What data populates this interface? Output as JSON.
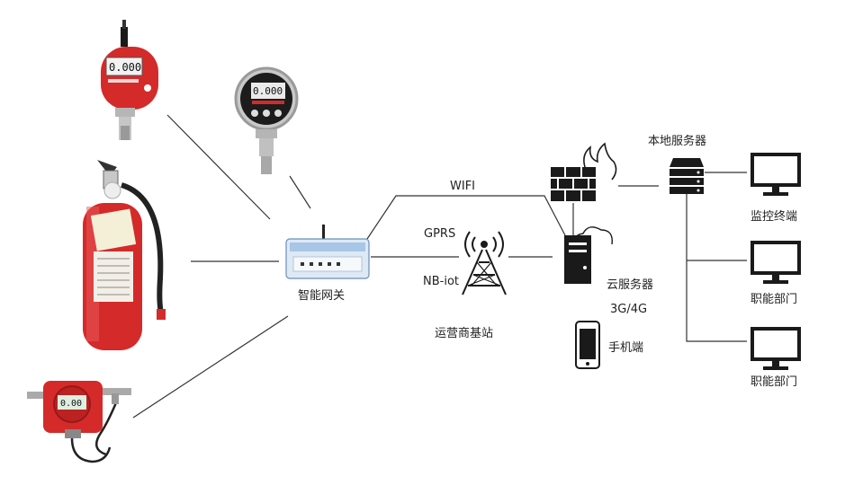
{
  "labels": {
    "gateway": "智能网关",
    "wifi": "WIFI",
    "gprs": "GPRS",
    "nbiot": "NB-iot",
    "base_station": "运营商基站",
    "local_server": "本地服务器",
    "cloud_server": "云服务器",
    "network": "3G/4G",
    "mobile": "手机端",
    "monitor_terminal": "监控终端",
    "department_1": "职能部门",
    "department_2": "职能部门"
  },
  "device_readouts": {
    "gauge_1": "0.000",
    "gauge_2": "0.000",
    "detector": "0.00"
  },
  "colors": {
    "line": "#333333",
    "device_red": "#d42a2a",
    "icon_dark": "#1a1a1a"
  }
}
